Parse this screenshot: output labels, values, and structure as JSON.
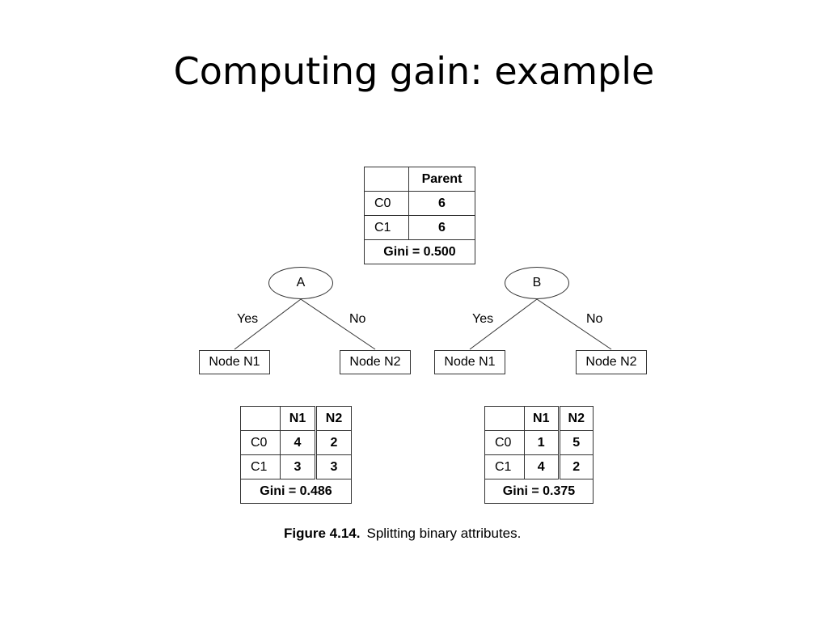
{
  "slide": {
    "title": "Computing gain: example"
  },
  "parent_table": {
    "header": "Parent",
    "rows": [
      {
        "label": "C0",
        "value": "6"
      },
      {
        "label": "C1",
        "value": "6"
      }
    ],
    "gini": "Gini = 0.500"
  },
  "tree_a": {
    "node": "A",
    "yes_label": "Yes",
    "no_label": "No",
    "left_child": "Node N1",
    "right_child": "Node N2"
  },
  "tree_b": {
    "node": "B",
    "yes_label": "Yes",
    "no_label": "No",
    "left_child": "Node N1",
    "right_child": "Node N2"
  },
  "table_a": {
    "headers": [
      "N1",
      "N2"
    ],
    "rows": [
      {
        "label": "C0",
        "n1": "4",
        "n2": "2"
      },
      {
        "label": "C1",
        "n1": "3",
        "n2": "3"
      }
    ],
    "gini": "Gini = 0.486"
  },
  "table_b": {
    "headers": [
      "N1",
      "N2"
    ],
    "rows": [
      {
        "label": "C0",
        "n1": "1",
        "n2": "5"
      },
      {
        "label": "C1",
        "n1": "4",
        "n2": "2"
      }
    ],
    "gini": "Gini = 0.375"
  },
  "caption": {
    "figure": "Figure 4.14.",
    "text": "Splitting binary attributes."
  }
}
